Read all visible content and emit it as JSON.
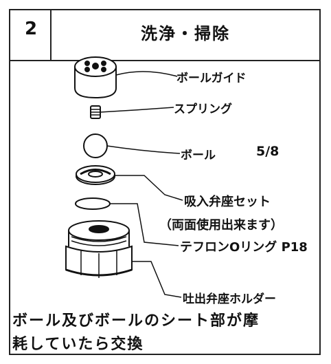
{
  "header": {
    "step_number": "2",
    "title": "洗浄・掃除"
  },
  "parts": {
    "ball_guide": "ボールガイド",
    "spring": "スプリング",
    "ball": "ボール",
    "ball_size": "5/8",
    "suction_valve_seat_set": "吸入弁座セット",
    "both_sides_usable": "（両面使用出来ます）",
    "teflon_oring": "テフロンOリング P18",
    "discharge_valve_seat_holder": "吐出弁座ホルダー"
  },
  "note": {
    "line1": "ボール及びボールのシート部が摩",
    "line2": "耗していたら交換"
  }
}
